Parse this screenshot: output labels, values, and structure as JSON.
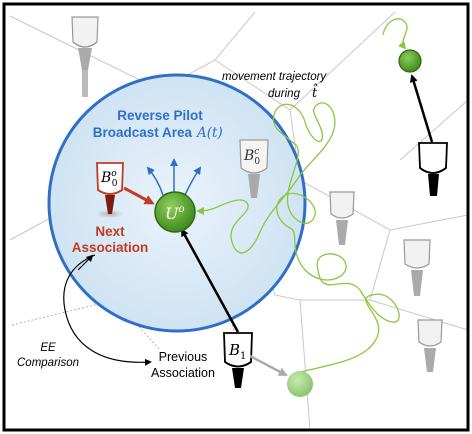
{
  "labels": {
    "area_title_line1": "Reverse Pilot",
    "area_title_line2": "Broadcast Area",
    "area_title_math": "A(t)",
    "trajectory_line1": "movement trajectory",
    "trajectory_line2": "during",
    "trajectory_math": "t̂",
    "next_assoc_line1": "Next",
    "next_assoc_line2": "Association",
    "prev_assoc_line1": "Previous",
    "prev_assoc_line2": "Association",
    "ee_line1": "EE",
    "ee_line2": "Comparison",
    "user_base": "U",
    "user_sup": "o",
    "b0o_base": "B",
    "b0o_sub": "0",
    "b0o_sup": "o",
    "b0c_base": "B",
    "b0c_sub": "0",
    "b0c_sup": "c",
    "b1_base": "B",
    "b1_sub": "1"
  },
  "colors": {
    "area_fill": "#dcebf7",
    "area_stroke": "#2f6fc8",
    "area_text": "#2f6fc8",
    "next_assoc": "#c23b22",
    "user_green": "#5ea832",
    "trajectory": "#8cc63f",
    "faded_user": "#a8d68a",
    "border": "#000000"
  }
}
